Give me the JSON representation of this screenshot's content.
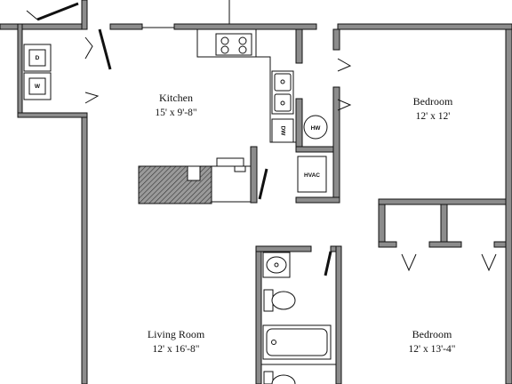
{
  "rooms": {
    "kitchen": {
      "name": "Kitchen",
      "dims": "15' x 9'-8\""
    },
    "bedroom1": {
      "name": "Bedroom",
      "dims": "12' x 12'"
    },
    "living": {
      "name": "Living Room",
      "dims": "12' x 16'-8\""
    },
    "bedroom2": {
      "name": "Bedroom",
      "dims": "12' x 13'-4\""
    }
  },
  "appliances": {
    "dryer": "D",
    "washer": "W",
    "dishwasher": "DW",
    "water_heater": "HW",
    "hvac": "HVAC"
  },
  "colors": {
    "wall": "#8c8c8c",
    "line": "#111111",
    "background": "#ffffff"
  }
}
